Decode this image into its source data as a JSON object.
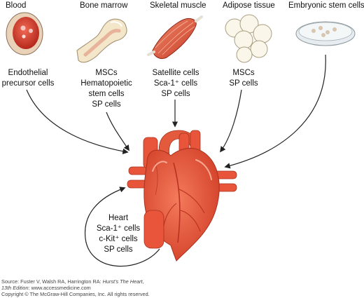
{
  "sources": {
    "blood": {
      "title": "Blood",
      "cells": [
        "Endothelial",
        "precursor cells"
      ]
    },
    "marrow": {
      "title": "Bone marrow",
      "cells": [
        "MSCs",
        "Hematopoietic",
        "stem cells",
        "SP cells"
      ]
    },
    "muscle": {
      "title": "Skeletal muscle",
      "cells": [
        "Satellite cells",
        "Sca-1⁺ cells",
        "SP cells"
      ]
    },
    "adipose": {
      "title": "Adipose tissue",
      "cells": [
        "MSCs",
        "SP cells"
      ]
    },
    "embryonic": {
      "title": "Embryonic stem cells",
      "cells": []
    }
  },
  "heart": {
    "cells": [
      "Heart",
      "Sca-1⁺ cells",
      "c-Kit⁺ cells",
      "SP cells"
    ]
  },
  "footer": {
    "source_prefix": "Source: Fuster V, Walsh RA, Harrington RA: ",
    "book_title": "Hurst's The Heart,",
    "edition": "13th Edition",
    "url": ": www.accessmedicine.com",
    "copyright": "Copyright © The McGraw-Hill Companies, Inc. All rights reserved."
  },
  "colors": {
    "heart": "#e8553a",
    "heart_dark": "#b8321f",
    "muscle": "#d9533a",
    "dish": "#e6ecef"
  }
}
